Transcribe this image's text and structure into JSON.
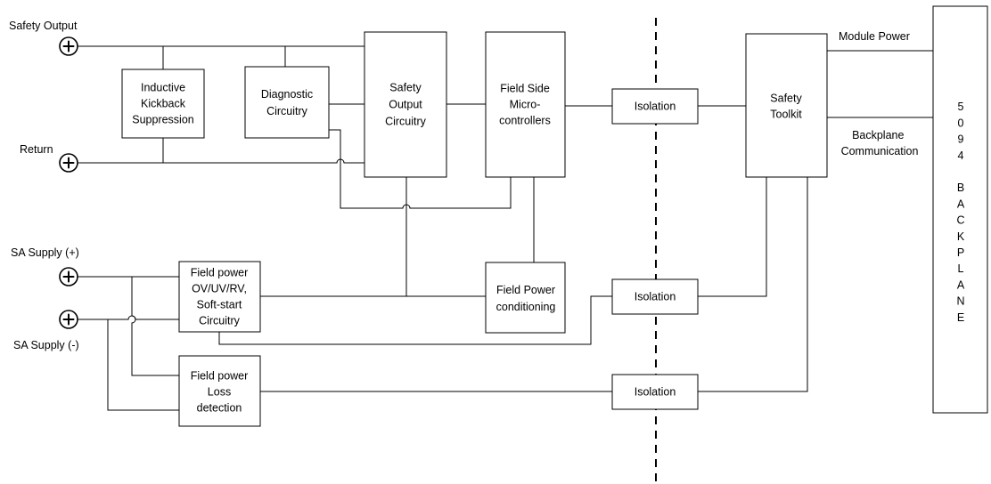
{
  "terminals": {
    "safety_output": "Safety Output",
    "return": "Return",
    "sa_supply_pos": "SA Supply (+)",
    "sa_supply_neg": "SA Supply (-)"
  },
  "blocks": {
    "inductive_kickback": [
      "Inductive",
      "Kickback",
      "Suppression"
    ],
    "diagnostic_circuitry": [
      "Diagnostic",
      "Circuitry"
    ],
    "safety_output_circuitry": [
      "Safety",
      "Output",
      "Circuitry"
    ],
    "field_side_microcontrollers": [
      "Field Side",
      "Micro-",
      "controllers"
    ],
    "isolation_top": [
      "Isolation"
    ],
    "isolation_middle": [
      "Isolation"
    ],
    "isolation_bottom": [
      "Isolation"
    ],
    "safety_toolkit": [
      "Safety",
      "Toolkit"
    ],
    "field_power_protection": [
      "Field power",
      "OV/UV/RV,",
      "Soft-start",
      "Circuitry"
    ],
    "field_power_conditioning": [
      "Field Power",
      "conditioning"
    ],
    "field_power_loss": [
      "Field power",
      "Loss",
      "detection"
    ],
    "backplane": [
      "5",
      "0",
      "9",
      "4",
      "",
      "B",
      "A",
      "C",
      "K",
      "P",
      "L",
      "A",
      "N",
      "E"
    ]
  },
  "labels": {
    "module_power": "Module Power",
    "backplane_communication": [
      "Backplane",
      "Communication"
    ]
  }
}
